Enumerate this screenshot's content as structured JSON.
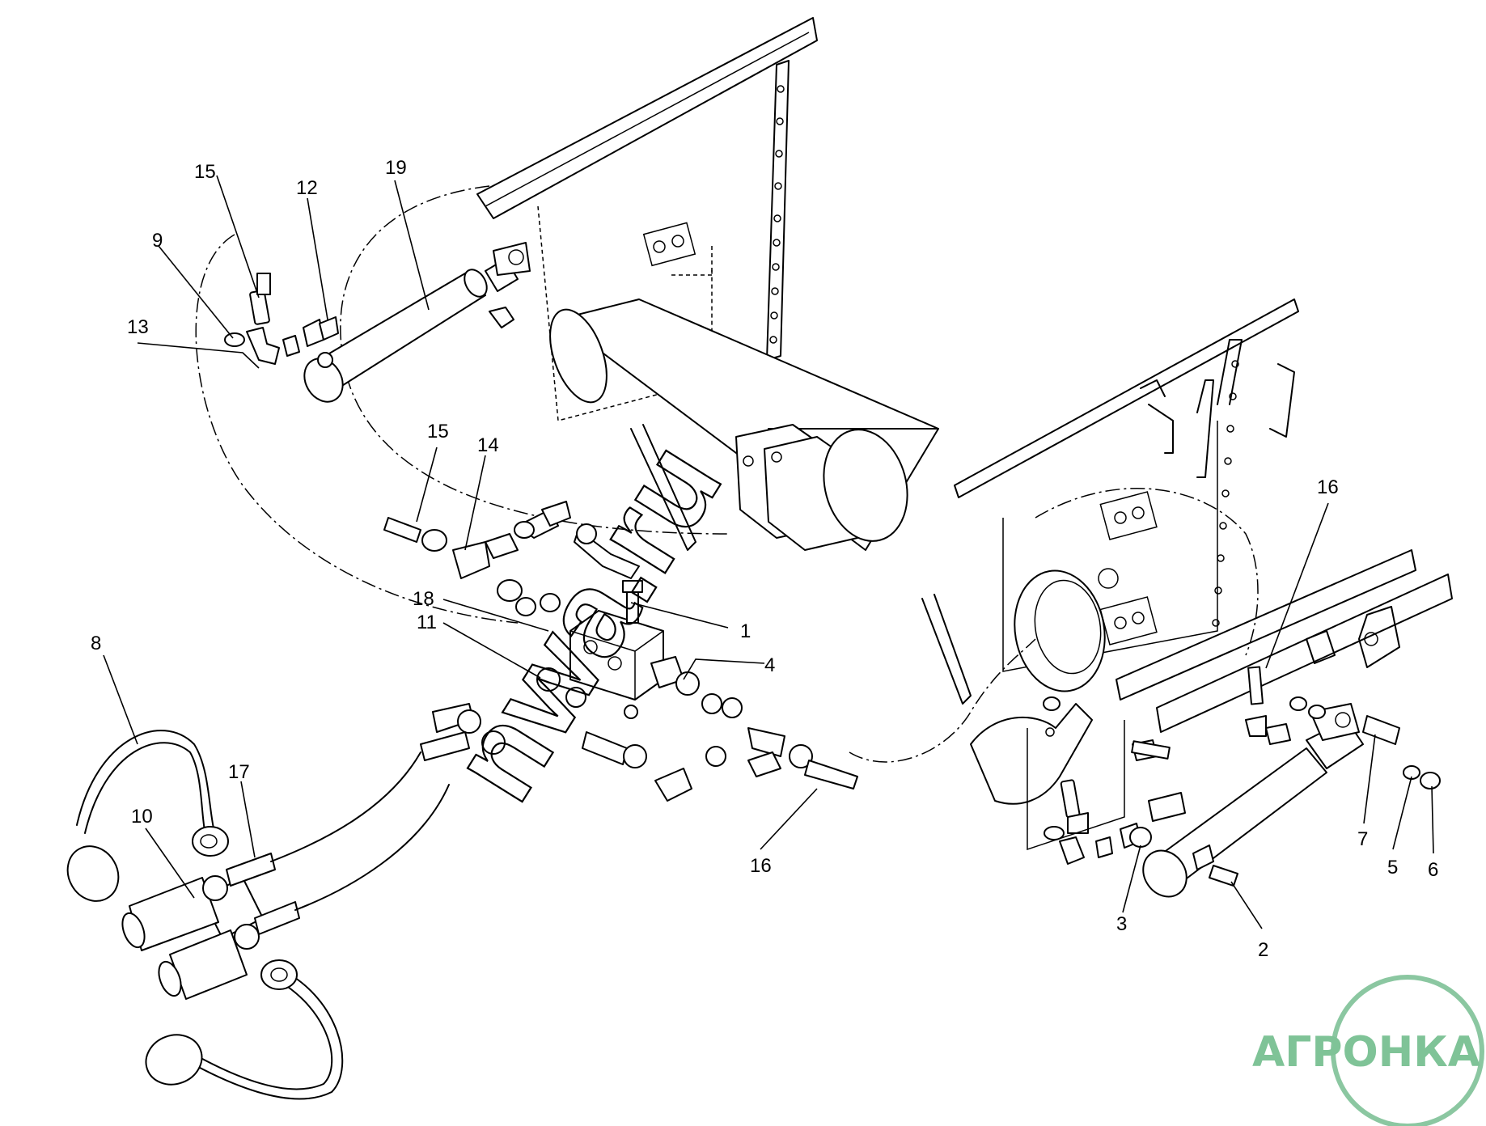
{
  "watermark": {
    "text": "nwa.ru"
  },
  "logo": {
    "text": "АГРОНКА",
    "circle_color": "#8bc7a1",
    "text_color": "#7fc397",
    "letter_color": "#ffffff"
  },
  "callouts": [
    {
      "id": "c1",
      "label": "1"
    },
    {
      "id": "c2",
      "label": "2"
    },
    {
      "id": "c3",
      "label": "3"
    },
    {
      "id": "c4",
      "label": "4"
    },
    {
      "id": "c5",
      "label": "5"
    },
    {
      "id": "c6",
      "label": "6"
    },
    {
      "id": "c7",
      "label": "7"
    },
    {
      "id": "c8",
      "label": "8"
    },
    {
      "id": "c9",
      "label": "9"
    },
    {
      "id": "c10",
      "label": "10"
    },
    {
      "id": "c11",
      "label": "11"
    },
    {
      "id": "c12",
      "label": "12"
    },
    {
      "id": "c13",
      "label": "13"
    },
    {
      "id": "c14",
      "label": "14"
    },
    {
      "id": "c15a",
      "label": "15"
    },
    {
      "id": "c15b",
      "label": "15"
    },
    {
      "id": "c16a",
      "label": "16"
    },
    {
      "id": "c16b",
      "label": "16"
    },
    {
      "id": "c17",
      "label": "17"
    },
    {
      "id": "c18",
      "label": "18"
    },
    {
      "id": "c19",
      "label": "19"
    }
  ]
}
